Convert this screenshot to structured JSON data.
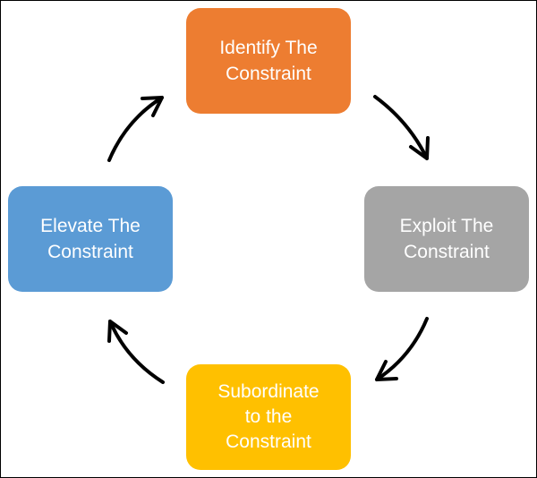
{
  "diagram": {
    "nodes": [
      {
        "id": "identify",
        "label": "Identify The\nConstraint",
        "color": "#ED7D31"
      },
      {
        "id": "exploit",
        "label": "Exploit The\nConstraint",
        "color": "#A5A5A5"
      },
      {
        "id": "subordinate",
        "label": "Subordinate\nto the\nConstraint",
        "color": "#FFC000"
      },
      {
        "id": "elevate",
        "label": "Elevate The\nConstraint",
        "color": "#5B9BD5"
      }
    ],
    "edges": [
      {
        "from": "identify",
        "to": "exploit"
      },
      {
        "from": "exploit",
        "to": "subordinate"
      },
      {
        "from": "subordinate",
        "to": "elevate"
      },
      {
        "from": "elevate",
        "to": "identify"
      }
    ],
    "arrow_color": "#000000",
    "border_color": "#000000"
  }
}
